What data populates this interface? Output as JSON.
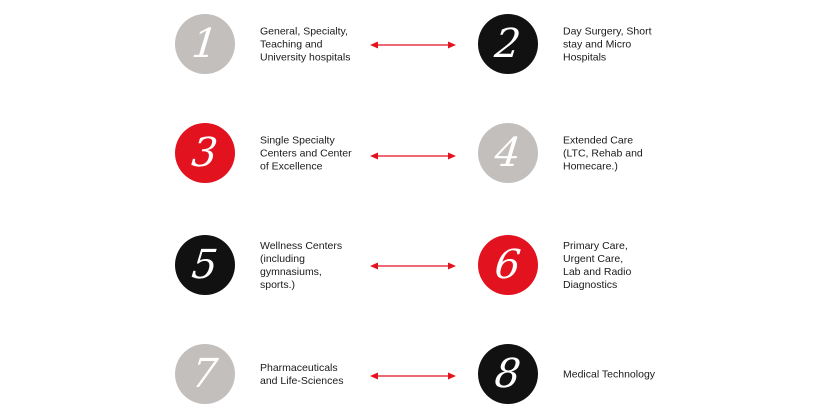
{
  "colors": {
    "gray": "#c2bfbd",
    "black": "#111111",
    "red": "#e3121f",
    "arrow": "#e3121f"
  },
  "items": [
    {
      "number": "1",
      "color": "gray",
      "label": "General, Specialty,\nTeaching and\nUniversity hospitals"
    },
    {
      "number": "2",
      "color": "black",
      "label": "Day Surgery,  Short\nstay and Micro\nHospitals"
    },
    {
      "number": "3",
      "color": "red",
      "label": "Single Specialty\nCenters and Center\nof Excellence"
    },
    {
      "number": "4",
      "color": "gray",
      "label": "Extended Care\n(LTC, Rehab and\nHomecare.)"
    },
    {
      "number": "5",
      "color": "black",
      "label": "Wellness Centers\n(including\ngymnasiums,\nsports.)"
    },
    {
      "number": "6",
      "color": "red",
      "label": "Primary Care,\nUrgent Care,\nLab and Radio\nDiagnostics"
    },
    {
      "number": "7",
      "color": "gray",
      "label": "Pharmaceuticals\nand Life-Sciences"
    },
    {
      "number": "8",
      "color": "black",
      "label": "Medical Technology"
    }
  ]
}
